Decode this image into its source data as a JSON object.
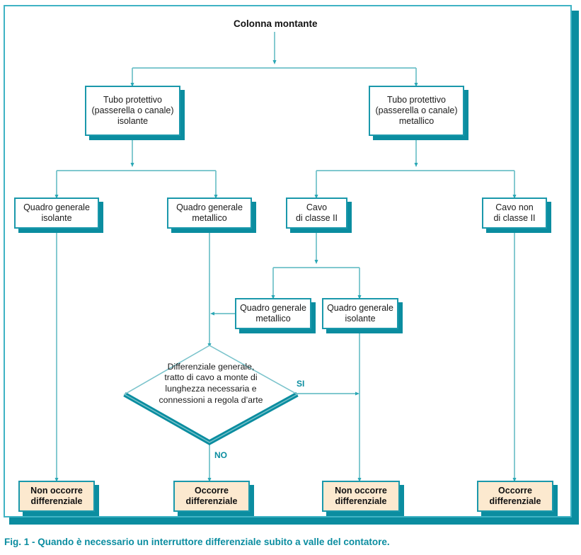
{
  "figure": {
    "caption": "Fig. 1 - Quando è necessario un interruttore differenziale subito a valle del contatore.",
    "title": "Colonna montante",
    "accent_color": "#0b8da0",
    "line_color": "#6ec0c8",
    "border_color": "#1a98ab",
    "result_fill": "#fce9cf",
    "node_fill": "#ffffff"
  },
  "diagram": {
    "type": "flowchart",
    "root": "Colonna montante",
    "nodes": [
      {
        "id": "root",
        "kind": "title",
        "text": "Colonna montante"
      },
      {
        "id": "tubo_iso",
        "kind": "process",
        "text": "Tubo protettivo\n(passerella o canale)\nisolante"
      },
      {
        "id": "tubo_met",
        "kind": "process",
        "text": "Tubo protettivo\n(passerella o canale)\nmetallico"
      },
      {
        "id": "qg_iso_1",
        "kind": "process",
        "text": "Quadro generale\nisolante"
      },
      {
        "id": "qg_met_1",
        "kind": "process",
        "text": "Quadro generale\nmetallico"
      },
      {
        "id": "cavo_cl2",
        "kind": "process",
        "text": "Cavo\ndi classe II"
      },
      {
        "id": "cavo_ncl2",
        "kind": "process",
        "text": "Cavo non\ndi classe II"
      },
      {
        "id": "qg_met_2",
        "kind": "process",
        "text": "Quadro generale\nmetallico"
      },
      {
        "id": "qg_iso_2",
        "kind": "process",
        "text": "Quadro generale\nisolante"
      },
      {
        "id": "decision",
        "kind": "decision",
        "text": "Differenziale generale,\ntratto di cavo a monte di\nlunghezza necessaria e\nconnessioni a regola d’arte"
      },
      {
        "id": "res_1",
        "kind": "result",
        "text": "Non occorre\ndifferenziale"
      },
      {
        "id": "res_2",
        "kind": "result",
        "text": "Occorre\ndifferenziale"
      },
      {
        "id": "res_3",
        "kind": "result",
        "text": "Non occorre\ndifferenziale"
      },
      {
        "id": "res_4",
        "kind": "result",
        "text": "Occorre\ndifferenziale"
      }
    ],
    "edge_labels": {
      "yes": "SI",
      "no": "NO"
    },
    "edges": [
      {
        "from": "root",
        "to": "tubo_iso",
        "label": ""
      },
      {
        "from": "root",
        "to": "tubo_met",
        "label": ""
      },
      {
        "from": "tubo_iso",
        "to": "qg_iso_1",
        "label": ""
      },
      {
        "from": "tubo_iso",
        "to": "qg_met_1",
        "label": ""
      },
      {
        "from": "tubo_met",
        "to": "cavo_cl2",
        "label": ""
      },
      {
        "from": "tubo_met",
        "to": "cavo_ncl2",
        "label": ""
      },
      {
        "from": "cavo_cl2",
        "to": "qg_met_2",
        "label": ""
      },
      {
        "from": "cavo_cl2",
        "to": "qg_iso_2",
        "label": ""
      },
      {
        "from": "qg_iso_1",
        "to": "res_1",
        "label": ""
      },
      {
        "from": "qg_met_1",
        "to": "decision",
        "label": ""
      },
      {
        "from": "qg_met_2",
        "to": "decision",
        "label": ""
      },
      {
        "from": "decision",
        "to": "res_2",
        "label": "NO"
      },
      {
        "from": "decision",
        "to": "res_3",
        "label": "SI"
      },
      {
        "from": "qg_iso_2",
        "to": "res_3",
        "label": ""
      },
      {
        "from": "cavo_ncl2",
        "to": "res_4",
        "label": ""
      }
    ]
  },
  "labels": {
    "title": "Colonna montante",
    "si": "SI",
    "no": "NO"
  },
  "boxes": {
    "tubo_iso": "Tubo protettivo\n(passerella o canale)\nisolante",
    "tubo_met": "Tubo protettivo\n(passerella o canale)\nmetallico",
    "qg_iso_1": "Quadro generale\nisolante",
    "qg_met_1": "Quadro generale\nmetallico",
    "cavo_cl2": "Cavo\ndi classe II",
    "cavo_ncl2": "Cavo non\ndi classe II",
    "qg_met_2": "Quadro generale\nmetallico",
    "qg_iso_2": "Quadro generale\nisolante",
    "decision": "Differenziale generale,\ntratto di cavo a monte di\nlunghezza necessaria e\nconnessioni a regola d’arte",
    "res_1": "Non occorre\ndifferenziale",
    "res_2": "Occorre\ndifferenziale",
    "res_3": "Non occorre\ndifferenziale",
    "res_4": "Occorre\ndifferenziale"
  }
}
